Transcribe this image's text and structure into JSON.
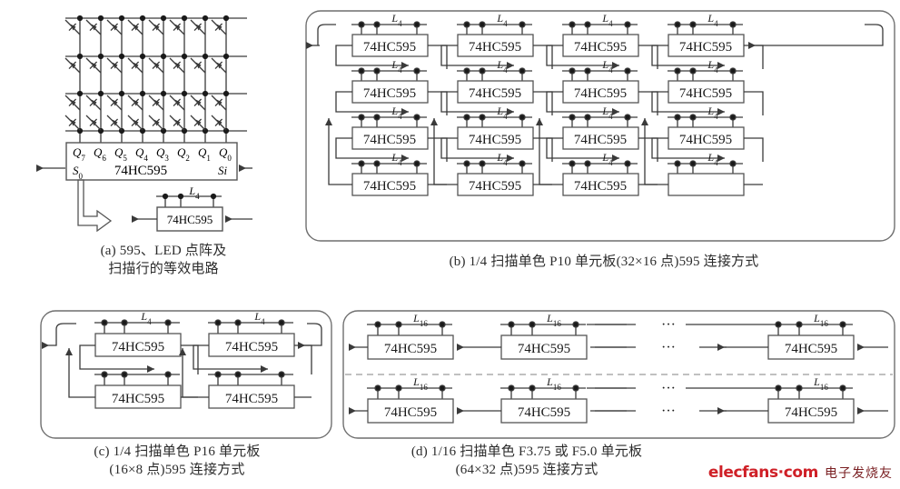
{
  "figure": {
    "chip_label": "74HC595",
    "panels": [
      {
        "id": "a",
        "caption_line1": "(a) 595、LED 点阵及",
        "caption_line2": "扫描行的等效电路",
        "outputs": [
          "Q7",
          "Q6",
          "Q5",
          "Q4",
          "Q3",
          "Q2",
          "Q1",
          "Q0"
        ],
        "serial_out": "S0",
        "serial_in": "Si",
        "latch_label": "L4",
        "matrix_rows": 4,
        "matrix_cols": 8
      },
      {
        "id": "b",
        "caption": "(b) 1/4 扫描单色 P10 单元板(32×16 点)595 连接方式",
        "latch_label": "L4",
        "columns": 4,
        "rows": 4,
        "chips": [
          [
            "74HC595",
            "74HC595",
            "74HC595",
            "74HC595"
          ],
          [
            "74HC595",
            "74HC595",
            "74HC595",
            "74HC595"
          ],
          [
            "74HC595",
            "74HC595",
            "74HC595",
            "74HC595"
          ],
          [
            "74HC595",
            "74HC595",
            "74HC595",
            ""
          ]
        ]
      },
      {
        "id": "c",
        "caption_line1": "(c) 1/4 扫描单色 P16 单元板",
        "caption_line2": "(16×8 点)595 连接方式",
        "latch_label": "L4",
        "columns": 2,
        "rows": 2,
        "chips": [
          [
            "74HC595",
            "74HC595"
          ],
          [
            "74HC595",
            "74HC595"
          ]
        ]
      },
      {
        "id": "d",
        "caption_line1": "(d) 1/16 扫描单色 F3.75 或 F5.0 单元板",
        "caption_line2": "(64×32 点)595 连接方式",
        "latch_label": "L16",
        "ellipsis": "···",
        "rows": 2,
        "chips": [
          [
            "74HC595",
            "74HC595",
            "74HC595"
          ],
          [
            "74HC595",
            "74HC595",
            "74HC595"
          ]
        ]
      }
    ]
  },
  "watermark": {
    "site": "elecfans·com",
    "name": "电子发烧友"
  },
  "colors": {
    "line": "#3a3a3a",
    "panel_border": "#6f6f6f",
    "chip_border": "#555555",
    "watermark_red": "#cf2027"
  }
}
